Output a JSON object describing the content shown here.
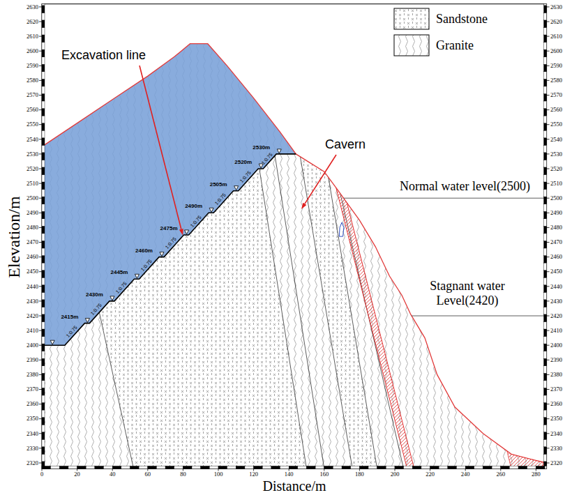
{
  "diagram": {
    "labels": [
      "Excavation line",
      "Cavern",
      "Normal water level(2500)",
      "Stagnant water Level(2420)",
      "Elevation/m",
      "Distance/m",
      "2415m",
      "2430m",
      "2445m",
      "2460m",
      "2475m",
      "2490m",
      "2505m",
      "2520m",
      "2530m",
      "1:0.75",
      "1:0.75",
      "1:0.75",
      "1:0.75",
      "1:0.75",
      "1:0.75",
      "1:0.75",
      "1:0.75",
      "1:0.75",
      "2320",
      "2330",
      "2340",
      "2350",
      "2360",
      "2370",
      "2380",
      "2390",
      "2400",
      "2410",
      "2420",
      "2430",
      "2440",
      "2450",
      "2460",
      "2470",
      "2480",
      "2490",
      "2500",
      "2510",
      "2520",
      "2530",
      "2540",
      "2550",
      "2560",
      "2570",
      "2580",
      "2590",
      "2600",
      "2610",
      "2620",
      "2630",
      "2320",
      "2330",
      "2340",
      "2350",
      "2360",
      "2370",
      "2380",
      "2390",
      "2400",
      "2410",
      "2420",
      "2430",
      "2440",
      "2450",
      "2460",
      "2470",
      "2480",
      "2490",
      "2500",
      "2510",
      "2520",
      "2530",
      "2540",
      "2550",
      "2560",
      "2570",
      "2580",
      "2590",
      "2600",
      "2610",
      "2620",
      "2630",
      "0",
      "20",
      "40",
      "60",
      "80",
      "100",
      "120",
      "140",
      "160",
      "180",
      "200",
      "220",
      "240",
      "260",
      "280"
    ],
    "legend": [
      {
        "text": "Sandstone"
      },
      {
        "text": "Granite"
      }
    ]
  }
}
